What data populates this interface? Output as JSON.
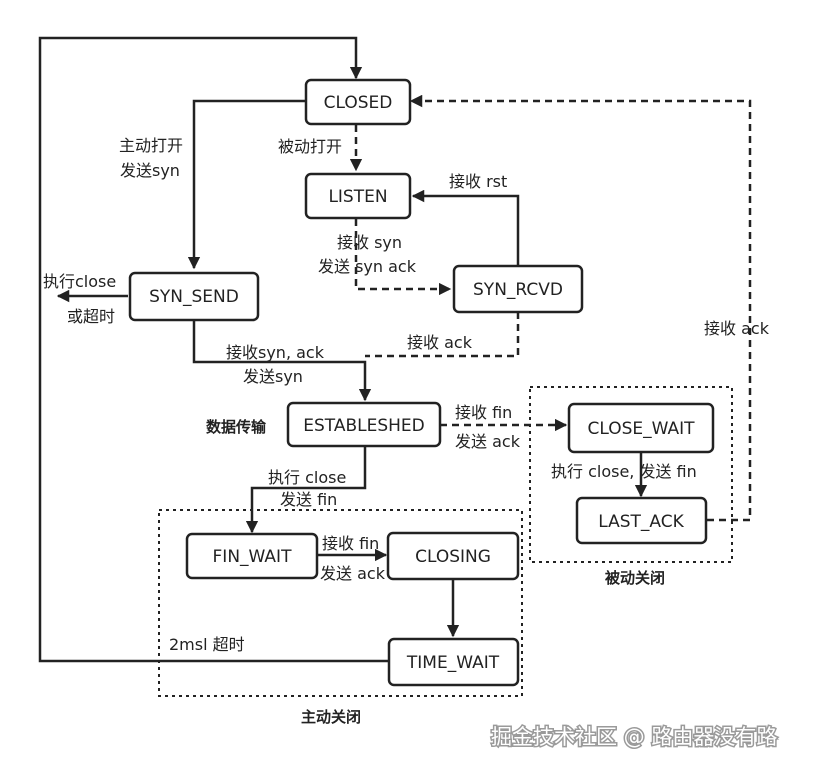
{
  "states": {
    "closed": "CLOSED",
    "listen": "LISTEN",
    "syn_send": "SYN_SEND",
    "syn_rcvd": "SYN_RCVD",
    "established": "ESTABLESHED",
    "close_wait": "CLOSE_WAIT",
    "last_ack": "LAST_ACK",
    "fin_wait": "FIN_WAIT",
    "closing": "CLOSING",
    "time_wait": "TIME_WAIT"
  },
  "transitions": {
    "active_open_1": "主动打开",
    "active_open_2": "发送syn",
    "passive_open": "被动打开",
    "recv_rst": "接收 rst",
    "recv_syn_1": "接收 syn",
    "recv_syn_2": "发送 syn ack",
    "close_timeout_1": "执行close",
    "close_timeout_2": "或超时",
    "recv_synack_1": "接收syn, ack",
    "recv_synack_2": "发送syn",
    "recv_ack": "接收 ack",
    "recv_ack_right": "接收  ack",
    "recv_fin_1": "接收 fin",
    "recv_fin_2": "发送 ack",
    "close_send_fin": "执行 close, 发送 fin",
    "exec_close_1": "执行 close",
    "exec_close_2": "发送 fin",
    "fin_closing_1": "接收 fin",
    "fin_closing_2": "发送 ack",
    "msl_timeout": "2msl 超时"
  },
  "groups": {
    "data_transfer": "数据传输",
    "passive_close": "被动关闭",
    "active_close": "主动关闭"
  },
  "watermark": "掘金技术社区 @ 路由器没有路"
}
